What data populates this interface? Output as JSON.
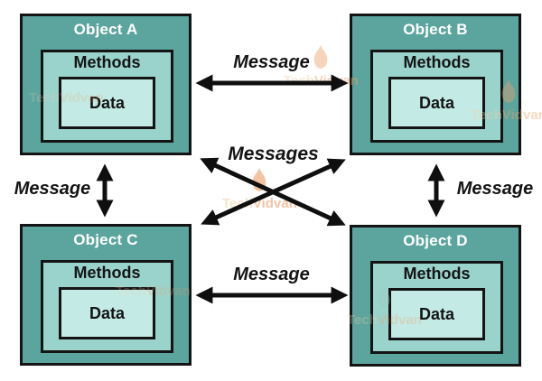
{
  "diagram": {
    "objects": [
      {
        "title": "Object A",
        "methods_label": "Methods",
        "data_label": "Data"
      },
      {
        "title": "Object B",
        "methods_label": "Methods",
        "data_label": "Data"
      },
      {
        "title": "Object C",
        "methods_label": "Methods",
        "data_label": "Data"
      },
      {
        "title": "Object D",
        "methods_label": "Methods",
        "data_label": "Data"
      }
    ],
    "message_labels": {
      "top": "Message",
      "bottom": "Message",
      "left": "Message",
      "right": "Message",
      "center": "Messages"
    },
    "watermark": {
      "part1": "Tech",
      "part2": "Vidvan"
    },
    "colors": {
      "object_fill": "#5ca59e",
      "methods_fill": "#9ad3cc",
      "data_fill": "#c3eae4",
      "border": "#141414",
      "arrow": "#0f0f0f",
      "object_title_text": "#ffffff",
      "inner_text": "#141414",
      "label_text": "#141414",
      "watermark_tech": "#f3d2ab",
      "watermark_vidvan": "#eda06a",
      "background": "#ffffff"
    }
  }
}
